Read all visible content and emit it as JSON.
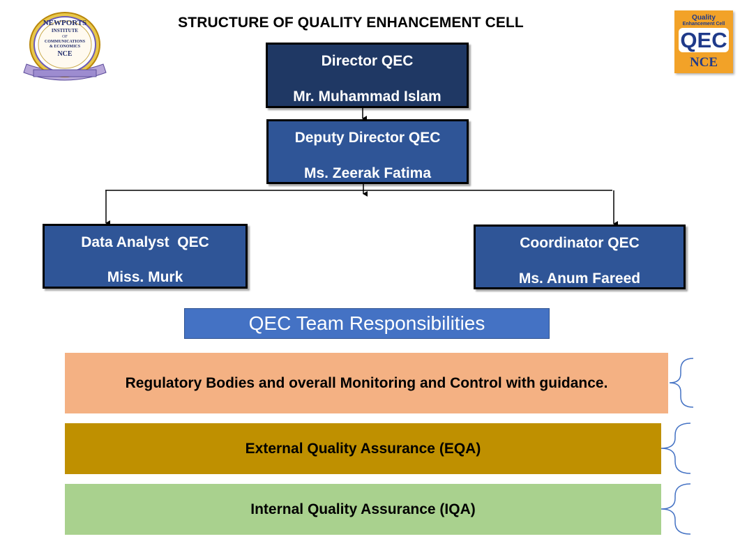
{
  "title": "STRUCTURE OF QUALITY ENHANCEMENT CELL",
  "logos": {
    "left": {
      "lines": [
        "NEWPORTS",
        "INSTITUTE",
        "OF",
        "COMMUNICATIONS",
        "& ECONOMICS",
        "NCE"
      ]
    },
    "right": {
      "top": "Quality",
      "sub": "Enhancement Cell",
      "main": "QEC",
      "bottom": "NCE"
    }
  },
  "org": {
    "director": {
      "role": "Director QEC",
      "name": "Mr. Muhammad Islam"
    },
    "deputy": {
      "role": "Deputy Director QEC",
      "name": "Ms. Zeerak Fatima"
    },
    "analyst": {
      "role": "Data Analyst  QEC",
      "name": "Miss. Murk"
    },
    "coordinator": {
      "role": "Coordinator QEC",
      "name": "Ms. Anum Fareed"
    }
  },
  "responsibilities_title": "QEC Team Responsibilities",
  "responsibilities": [
    {
      "text": "Regulatory Bodies and overall Monitoring and Control with guidance.",
      "color": "#f4b183"
    },
    {
      "text": "External Quality Assurance (EQA)",
      "color": "#bf9000"
    },
    {
      "text": "Internal Quality Assurance (IQA)",
      "color": "#a9d18e"
    }
  ],
  "colors": {
    "dark_box": "#1f3864",
    "mid_box": "#2f5597",
    "banner": "#4472c4",
    "brace": "#4472c4"
  }
}
